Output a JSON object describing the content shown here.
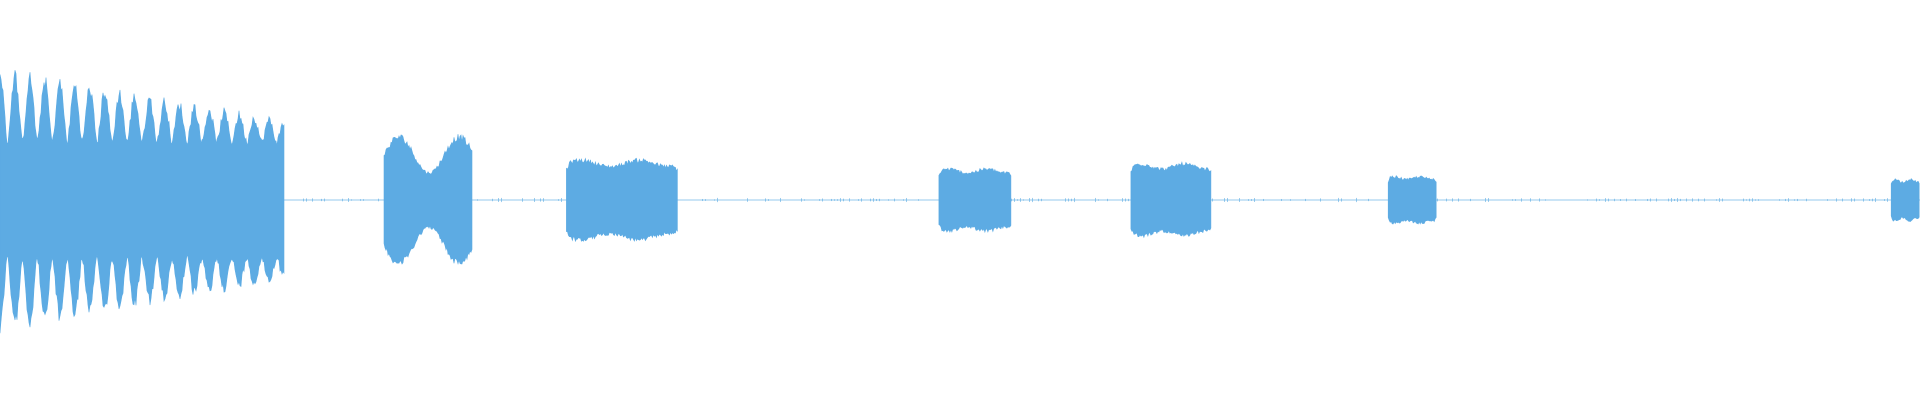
{
  "waveform": {
    "color": "#5DABE3",
    "background": "#FFFFFF",
    "duration": 1.0,
    "amplitude_range": [
      -1,
      1
    ],
    "baseline_noise": 0.012,
    "segments": [
      {
        "start": 0.0,
        "end": 0.148,
        "peak": 0.99,
        "floor": 0.45,
        "envelope": "pulsed",
        "pulses": 19
      },
      {
        "start": 0.2,
        "end": 0.246,
        "peak": 0.41,
        "floor": 0.26,
        "envelope": "ragged"
      },
      {
        "start": 0.295,
        "end": 0.353,
        "peak": 0.31,
        "floor": 0.26,
        "envelope": "flat"
      },
      {
        "start": 0.489,
        "end": 0.527,
        "peak": 0.24,
        "floor": 0.21,
        "envelope": "flat"
      },
      {
        "start": 0.589,
        "end": 0.631,
        "peak": 0.28,
        "floor": 0.24,
        "envelope": "flat"
      },
      {
        "start": 0.723,
        "end": 0.748,
        "peak": 0.18,
        "floor": 0.16,
        "envelope": "flat"
      },
      {
        "start": 0.985,
        "end": 1.0,
        "peak": 0.16,
        "floor": 0.14,
        "envelope": "flat"
      }
    ]
  }
}
